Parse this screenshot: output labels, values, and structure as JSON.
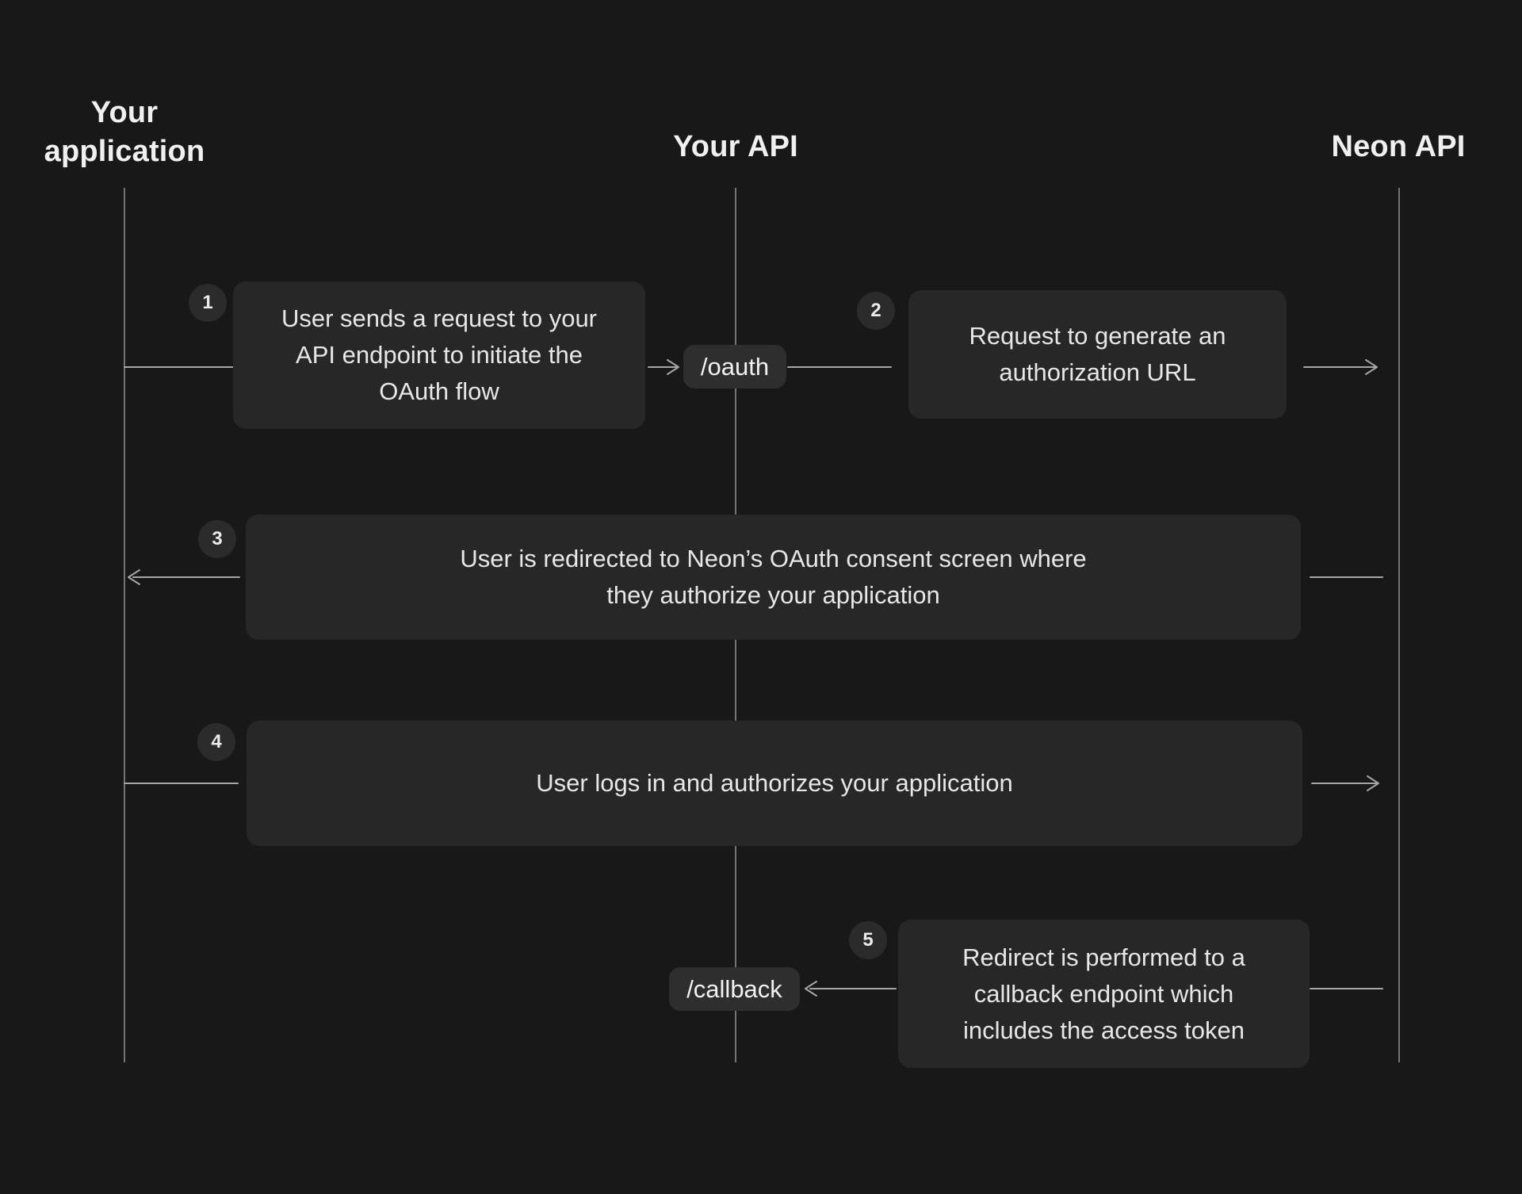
{
  "diagram": {
    "title_hint": "OAuth flow sequence diagram",
    "actors": [
      {
        "id": "your-application",
        "label": "Your application"
      },
      {
        "id": "your-api",
        "label": "Your API"
      },
      {
        "id": "neon-api",
        "label": "Neon API"
      }
    ],
    "endpoints": {
      "oauth": "/oauth",
      "callback": "/callback"
    },
    "steps": [
      {
        "number": "1",
        "lines": [
          "User sends a request to your",
          "API endpoint to initiate the",
          "OAuth flow"
        ],
        "from": "your-application",
        "to": "your-api"
      },
      {
        "number": "2",
        "lines": [
          "Request to generate an",
          "authorization URL"
        ],
        "from": "your-api",
        "to": "neon-api"
      },
      {
        "number": "3",
        "lines": [
          "User is redirected to Neon’s OAuth consent screen where",
          "they authorize your application"
        ],
        "from": "neon-api",
        "to": "your-application"
      },
      {
        "number": "4",
        "lines": [
          "User logs in and authorizes your application"
        ],
        "from": "your-application",
        "to": "neon-api"
      },
      {
        "number": "5",
        "lines": [
          "Redirect is performed to a",
          "callback endpoint which",
          "includes the access token"
        ],
        "from": "neon-api",
        "to": "your-api"
      }
    ],
    "colors": {
      "background": "#181818",
      "box_surface": "#272727",
      "badge_surface": "#2b2b2b",
      "pill_surface": "#2e2e2e",
      "lifeline": "#7f7f7f",
      "connector": "#a6a6a6",
      "text_primary": "#f0f0f0",
      "text_body": "#e7e7e7"
    }
  }
}
